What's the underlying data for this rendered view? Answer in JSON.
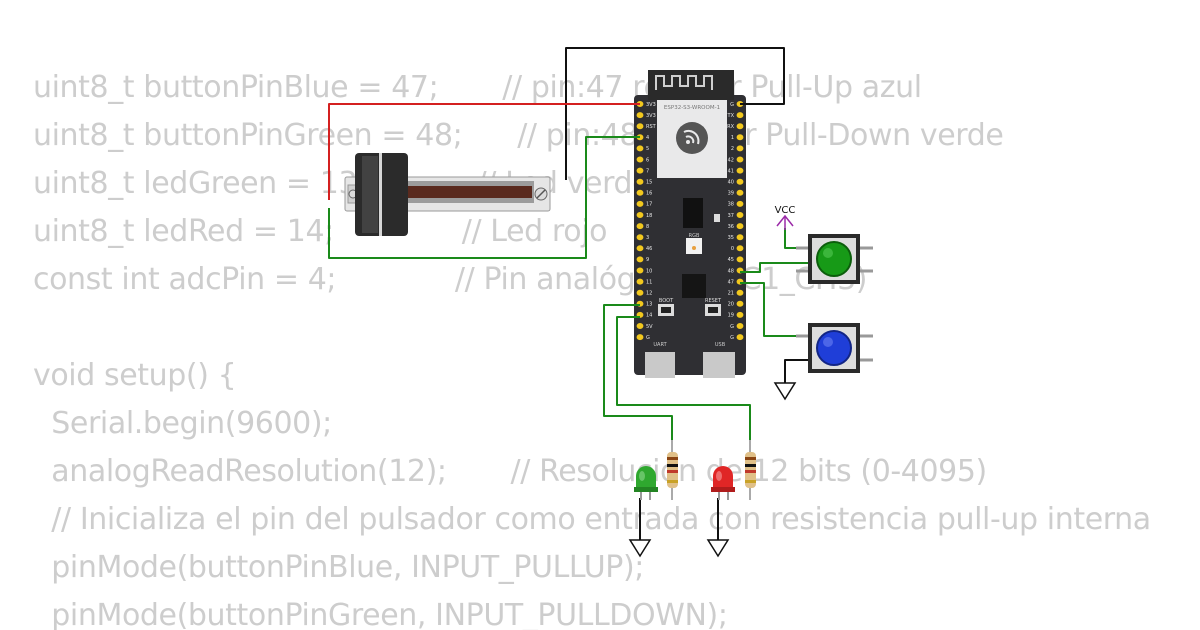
{
  "code": {
    "lines": [
      "uint8_t buttonPinBlue = 47;       // pin:47 resistor Pull-Up azul",
      "uint8_t buttonPinGreen = 48;      // pin:48 resistor Pull-Down verde",
      "uint8_t ledGreen = 13;            // Led verde",
      "uint8_t ledRed = 14;              // Led rojo",
      "const int adcPin = 4;             // Pin analógico (ADC1_CH3)",
      "",
      "void setup() {",
      "  Serial.begin(9600);",
      "  analogReadResolution(12);       // Resolución de 12 bits (0-4095)",
      "  // Inicializa el pin del pulsador como entrada con resistencia pull-up interna",
      "  pinMode(buttonPinBlue, INPUT_PULLUP);",
      "  pinMode(buttonPinGreen, INPUT_PULLDOWN);"
    ]
  },
  "board": {
    "model": "ESP32-S3-WROOM-1",
    "left_pins": [
      "3V3",
      "3V3",
      "RST",
      "4",
      "5",
      "6",
      "7",
      "15",
      "16",
      "17",
      "18",
      "8",
      "3",
      "46",
      "9",
      "10",
      "11",
      "12",
      "13",
      "14",
      "5V",
      "G"
    ],
    "right_pins": [
      "G",
      "TX",
      "RX",
      "1",
      "2",
      "42",
      "41",
      "40",
      "39",
      "38",
      "37",
      "36",
      "35",
      "0",
      "45",
      "48",
      "47",
      "21",
      "20",
      "19",
      "G",
      "G"
    ],
    "rgb_label": "RGB",
    "boot_label": "BOOT",
    "reset_label": "RESET",
    "uart_label": "UART",
    "usb_label": "USB"
  },
  "vcc_label": "VCC",
  "colors": {
    "wire_green": "#1a8a1a",
    "wire_red": "#d42020",
    "wire_black": "#111111",
    "vcc_purple": "#9b2aa8",
    "board_body": "#2f2f33",
    "pin_gold": "#f2c81e",
    "led_green": "#2fa82f",
    "led_red": "#e02626",
    "button_green": "#179a17",
    "button_blue": "#1f3ed8"
  }
}
